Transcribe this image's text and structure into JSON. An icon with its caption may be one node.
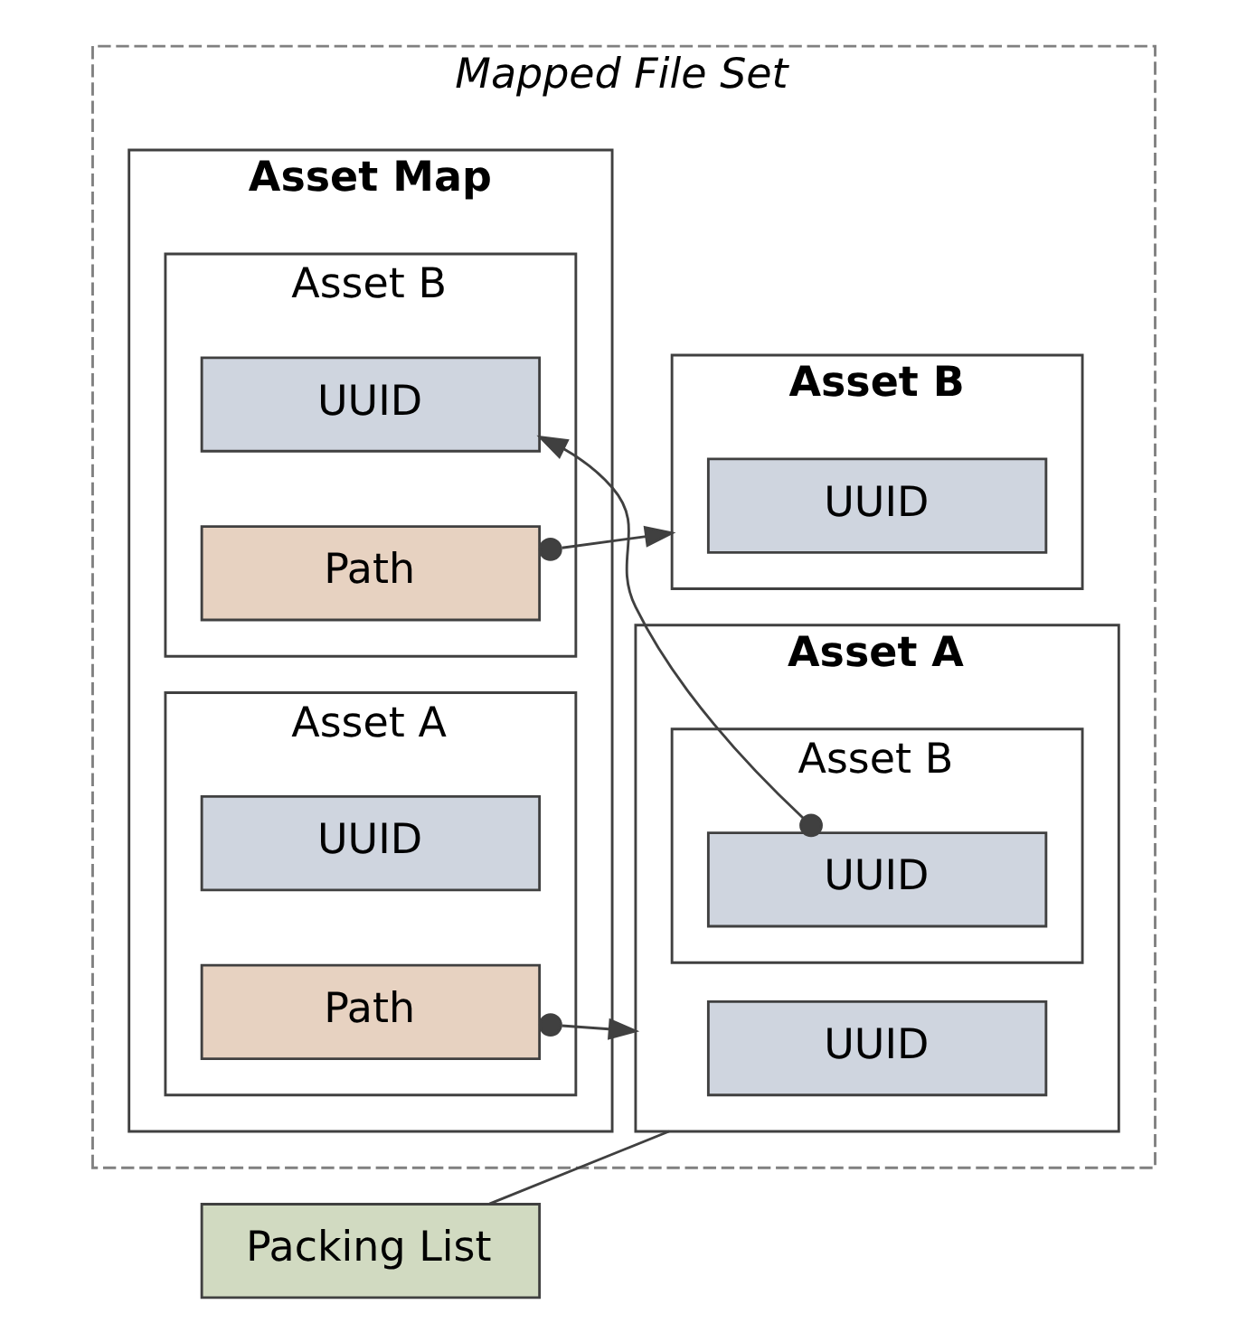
{
  "diagram": {
    "nodes": [
      {
        "text": [
          "Mapped File Set"
        ]
      },
      {
        "text": [
          "Asset Map"
        ],
        "in": 0
      },
      {
        "text": [
          "Asset A"
        ],
        "in": 1
      },
      {
        "text": [
          "UUID"
        ],
        "in": 2
      },
      {
        "text": [
          "Path"
        ],
        "in": 2
      },
      {
        "text": [
          "Asset B"
        ],
        "in": 1
      },
      {
        "text": [
          "UUID"
        ],
        "in": 5
      },
      {
        "text": [
          "Path"
        ],
        "in": 5
      },
      {
        "text": [
          "Packing List"
        ]
      },
      {
        "text": [
          "Asset A"
        ],
        "in": 0
      },
      {
        "text": [
          "UUID"
        ],
        "in": 9
      },
      {
        "text": [
          "Asset B"
        ],
        "in": 9
      },
      {
        "text": [
          "UUID"
        ],
        "in": 11
      },
      {
        "text": [
          "Asset B"
        ],
        "in": 0
      },
      {
        "text": [
          "UUID"
        ],
        "in": 13
      }
    ],
    "edges": [
      {
        "from": 4,
        "to": 9,
        "arrow": "to"
      },
      {
        "from": 12,
        "to": 6,
        "arrow": "to"
      },
      {
        "from": 7,
        "to": 13,
        "arrow": "to"
      },
      {
        "from": 8,
        "to": 9,
        "arrow": "none"
      }
    ]
  }
}
